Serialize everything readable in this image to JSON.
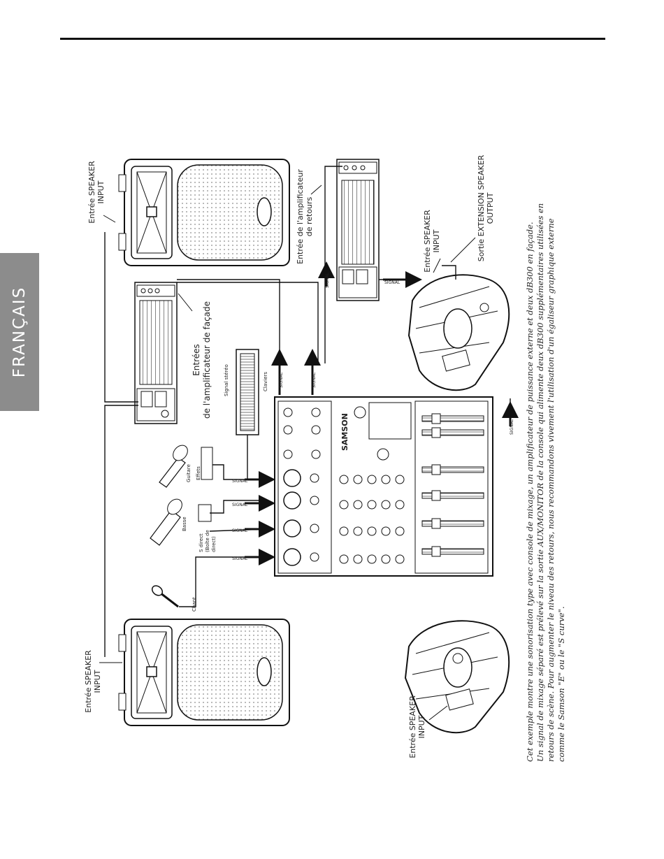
{
  "page": {
    "language_tab": "FRANÇAIS"
  },
  "labels": {
    "entree_speaker_input_top": [
      "Entrée SPEAKER",
      "INPUT"
    ],
    "entree_speaker_input_left": [
      "Entrée SPEAKER",
      "INPUT"
    ],
    "entree_speaker_input_monitor_left": [
      "Entrée SPEAKER",
      "INPUT"
    ],
    "entree_speaker_input_monitor_right": [
      "Entrée SPEAKER",
      "INPUT"
    ],
    "ampli_retours": [
      "Entrée de l'amplificateur",
      "de retours"
    ],
    "ampli_facade": [
      "Entrées",
      "de l'amplificateur de façade"
    ],
    "sortie_extension": [
      "Sortie EXTENSION SPEAKER",
      "OUTPUT"
    ],
    "chant": "Chant",
    "direct": [
      "S direct",
      "(Boîte de",
      "direct)"
    ],
    "basse": "Basse",
    "effets": "Effets",
    "guitare": "Guitare",
    "signal_stereo": "Signal stéréo",
    "claviers": "Claviers",
    "signal": "SIGNAL",
    "brand": "SAMSON"
  },
  "caption": [
    "Cet exemple montre une sonorisation type avec console de mixage, un amplificateur de puissance externe et deux dB300 en façade.",
    "Un signal de mixage séparé est prélevé sur la sortie AUX/MONITOR de la console qui alimente deux dB300 supplémentaires utilisées en",
    "retours de scène. Pour augmenter le niveau des retours, nous recommandons vivement l'utilisation d'un égaliseur graphique externe",
    "comme le Samson \"E\" ou le \"S curve\"."
  ]
}
